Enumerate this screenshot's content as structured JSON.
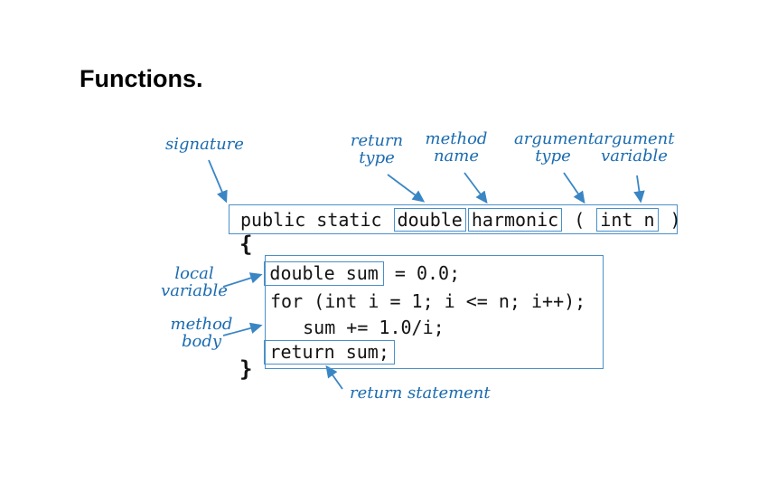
{
  "title": "Functions.",
  "colors": {
    "label_blue": "#1b6bb0",
    "box_blue": "#4a90c8",
    "arrow_blue": "#3a86c4",
    "code_color": "#131313",
    "background": "#ffffff"
  },
  "labels": {
    "signature": "signature",
    "return_type": "return\ntype",
    "method_name": "method\nname",
    "argument_type": "argument\ntype",
    "argument_variable": "argument\nvariable",
    "local_variable": "local\nvariable",
    "method_body": "method\nbody",
    "return_statement": "return statement"
  },
  "code": {
    "signature_prefix": "public static ",
    "return_type": "double",
    "method_name": "harmonic",
    "open_paren": " ( ",
    "argument": "int n",
    "close_paren": " )",
    "open_brace": "{",
    "local_variable_decl": "double sum",
    "line1_rest": " = 0.0;",
    "for_line": "for (int i = 1; i <= n; i++);",
    "sum_line": "   sum += 1.0/i;",
    "return_statement_code": "return sum;",
    "close_brace": "}"
  }
}
